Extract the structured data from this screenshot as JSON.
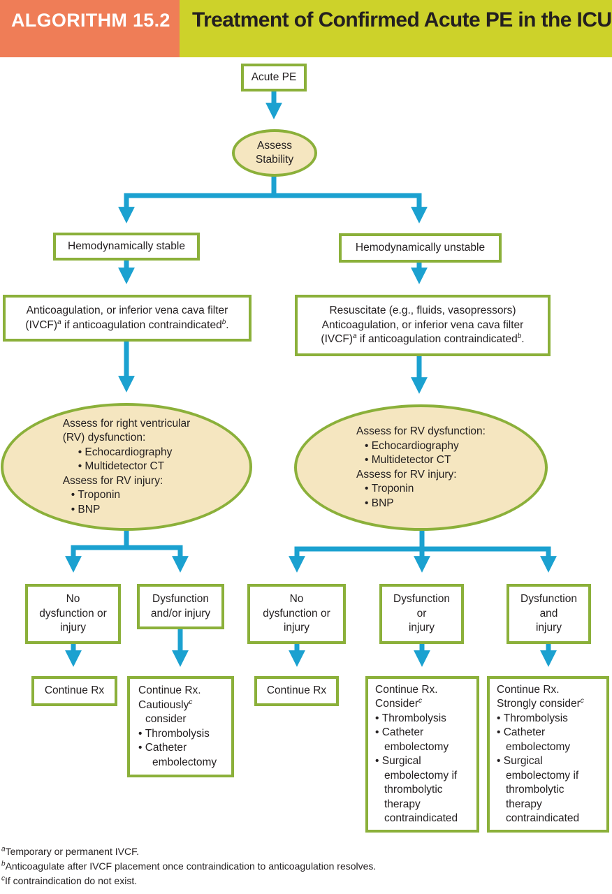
{
  "header": {
    "label": "ALGORITHM 15.2",
    "title": "Treatment of Confirmed Acute PE in the ICU",
    "label_bg": "#ef7d57",
    "title_bg": "#cdd22a"
  },
  "colors": {
    "arrow": "#1ba1d0",
    "border": "#8bb03a",
    "oval_fill": "#f5e6c0"
  },
  "nodes": {
    "acute_pe": "Acute PE",
    "assess_stability": [
      "Assess",
      "Stability"
    ],
    "stable": "Hemodynamically stable",
    "unstable": "Hemodynamically unstable",
    "anticoag_stable": {
      "line1": "Anticoagulation, or inferior vena cava filter",
      "line2a": "(IVCF)",
      "line2b": " if anticoagulation contraindicated",
      "line2c": "."
    },
    "resuscitate": {
      "line1": "Resuscitate (e.g., fluids, vasopressors)",
      "line2": "Anticoagulation, or inferior vena cava filter",
      "line3a": "(IVCF)",
      "line3b": " if anticoagulation contraindicated",
      "line3c": "."
    },
    "assess_rv_stable": {
      "line1": "Assess for right ventricular",
      "line2": "(RV) dysfunction:",
      "b1": "Echocardiography",
      "b2": "Multidetector CT",
      "line3": "Assess for RV injury:",
      "b3": "Troponin",
      "b4": "BNP"
    },
    "assess_rv_unstable": {
      "line1": "Assess for RV dysfunction:",
      "b1": "Echocardiography",
      "b2": "Multidetector CT",
      "line2": "Assess for RV injury:",
      "b3": "Troponin",
      "b4": "BNP"
    },
    "no_dys_1": [
      "No",
      "dysfunction or",
      "injury"
    ],
    "dys_and_or": [
      "Dysfunction",
      "and/or injury"
    ],
    "no_dys_2": [
      "No",
      "dysfunction or",
      "injury"
    ],
    "dys_or": [
      "Dysfunction",
      "or",
      "injury"
    ],
    "dys_and": [
      "Dysfunction",
      "and",
      "injury"
    ],
    "continue_rx_1": "Continue Rx",
    "continue_rx_2": "Continue Rx",
    "cautious": {
      "line1": "Continue Rx.",
      "line2": "Cautiously",
      "line3": "consider",
      "b1": "Thrombolysis",
      "b2a": "Catheter",
      "b2b": "embolectomy"
    },
    "consider": {
      "line1": "Continue Rx.",
      "line2": "Consider",
      "b1": "Thrombolysis",
      "b2a": "Catheter",
      "b2b": "embolectomy",
      "b3a": "Surgical",
      "b3b": "embolectomy if",
      "b3c": "thrombolytic",
      "b3d": "therapy",
      "b3e": "contraindicated"
    },
    "strongly": {
      "line1": "Continue Rx.",
      "line2": "Strongly consider",
      "b1": "Thrombolysis",
      "b2a": "Catheter",
      "b2b": "embolectomy",
      "b3a": "Surgical",
      "b3b": "embolectomy if",
      "b3c": "thrombolytic",
      "b3d": "therapy",
      "b3e": "contraindicated"
    }
  },
  "markers": {
    "a": "a",
    "b": "b",
    "c": "c"
  },
  "footnotes": {
    "a": "Temporary or permanent IVCF.",
    "b": "Anticoagulate after IVCF placement once contraindication to anticoagulation resolves.",
    "c": "If contraindication do not exist."
  }
}
